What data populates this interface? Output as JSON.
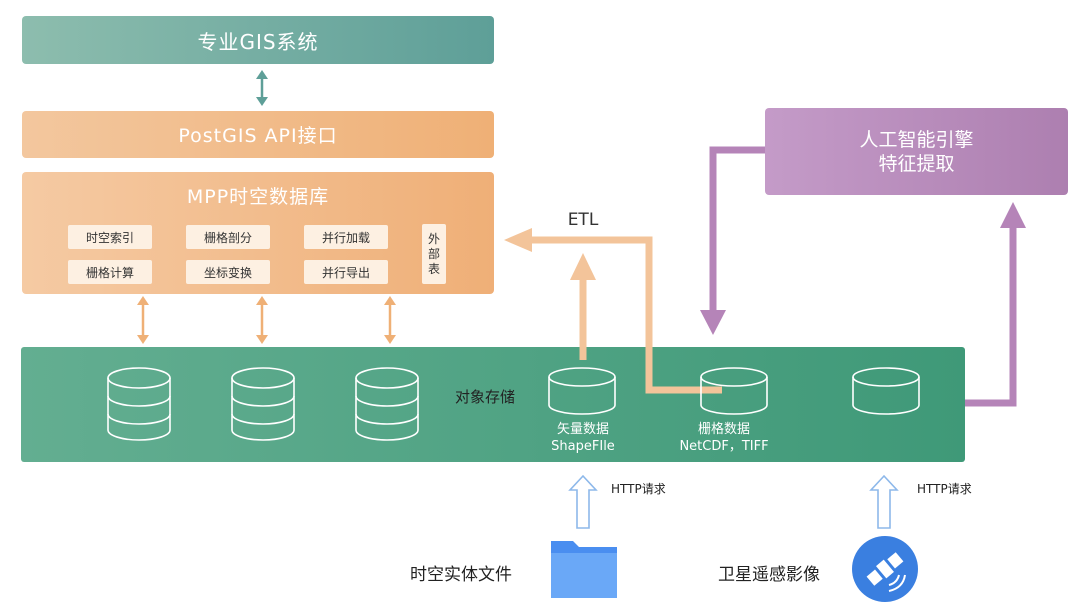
{
  "gis_system": "专业GIS系统",
  "postgis_api": "PostGIS API接口",
  "mpp": {
    "title": "MPP时空数据库",
    "modules": [
      "时空索引",
      "栅格剖分",
      "并行加载",
      "栅格计算",
      "坐标变换",
      "并行导出"
    ],
    "external_table": [
      "外",
      "部",
      "表"
    ]
  },
  "ai_engine": {
    "line1": "人工智能引擎",
    "line2": "特征提取"
  },
  "etl_label": "ETL",
  "object_storage": {
    "label": "对象存储",
    "vector": {
      "line1": "矢量数据",
      "line2": "ShapeFIle"
    },
    "raster": {
      "line1": "栅格数据",
      "line2": "NetCDF，TIFF"
    }
  },
  "http_request": "HTTP请求",
  "spatiotemporal_file": "时空实体文件",
  "satellite_imagery": "卫星遥感影像",
  "colors": {
    "gis_teal": "#5e9f98",
    "orange": "#efb076",
    "purple": "#ad7fb0",
    "storage_green": "#4fa383",
    "folder_blue": "#4a8ef0",
    "satellite_blue": "#3a7fe0"
  }
}
